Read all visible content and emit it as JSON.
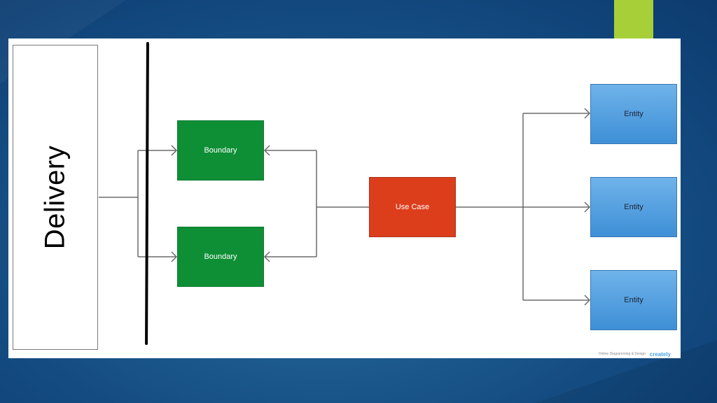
{
  "slide": {
    "background": "#1d5a8e",
    "accent_color": "#a6cf38"
  },
  "diagram": {
    "delivery_label": "Delivery",
    "boundaries": [
      {
        "label": "Boundary"
      },
      {
        "label": "Boundary"
      }
    ],
    "use_case": {
      "label": "Use Case"
    },
    "entities": [
      {
        "label": "Entity"
      },
      {
        "label": "Entity"
      },
      {
        "label": "Entity"
      }
    ],
    "credit_text": "Online Diagramming & Design",
    "credit_logo": "creately",
    "colors": {
      "boundary": "#0e8f36",
      "use_case": "#dc3e1c",
      "entity": "#5aa3e3",
      "connector": "#6b6b6b",
      "divider": "#000000"
    }
  }
}
